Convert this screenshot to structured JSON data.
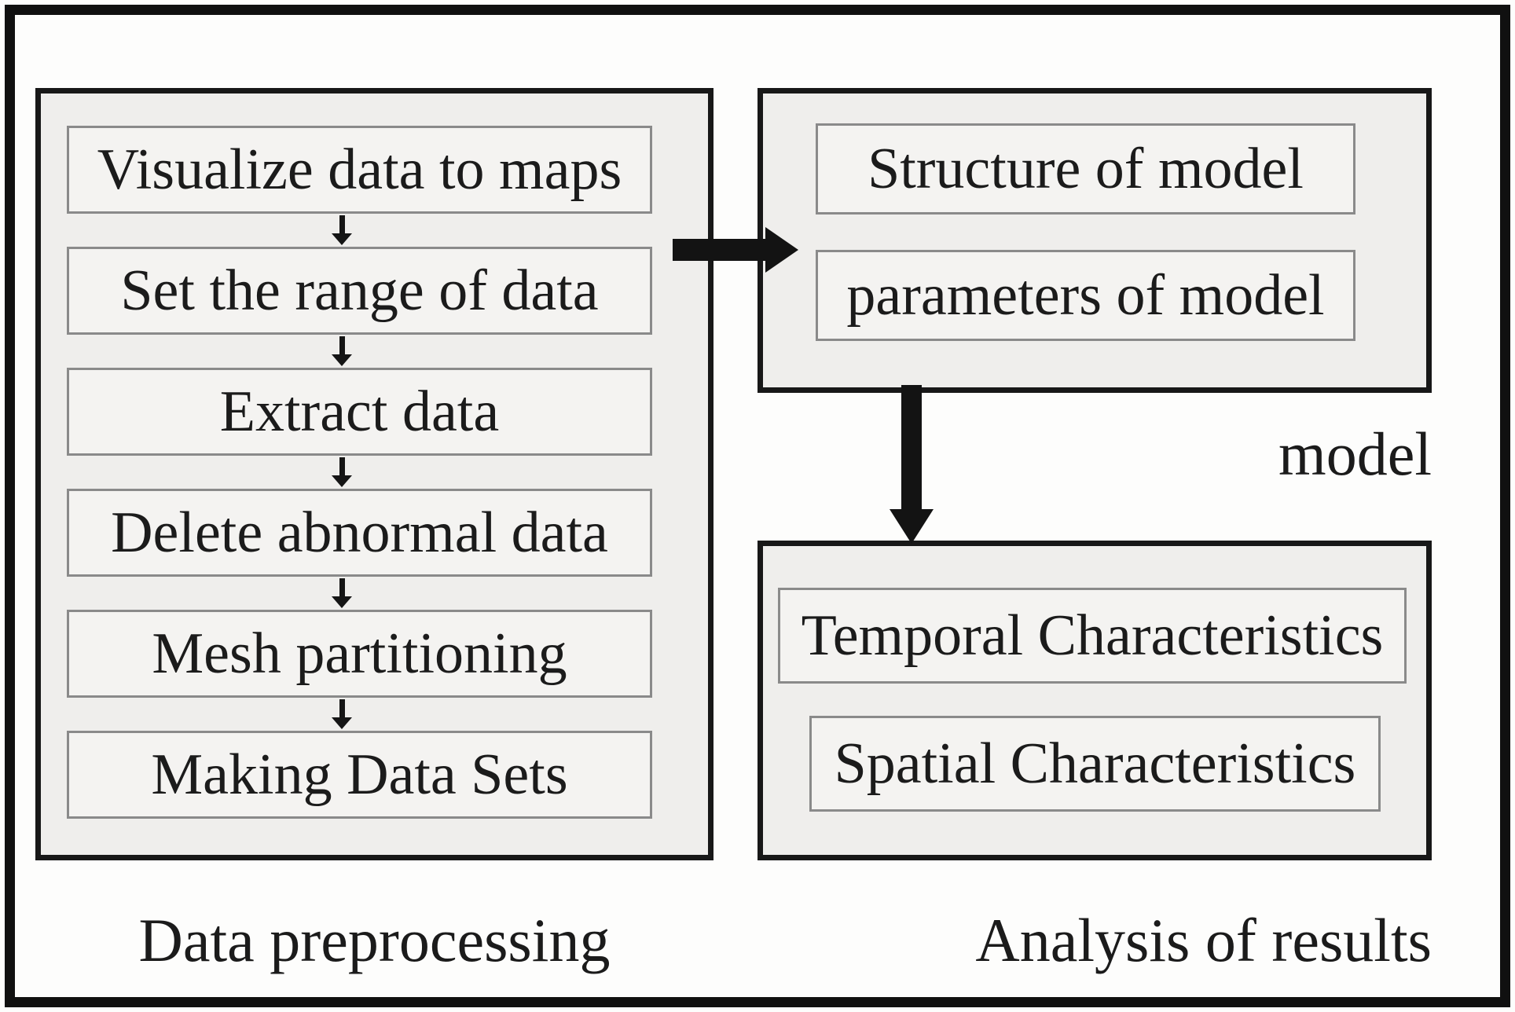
{
  "figure": {
    "preprocessing": {
      "caption": "Data preprocessing",
      "steps": [
        "Visualize data to maps",
        "Set the range of data",
        "Extract data",
        "Delete abnormal data",
        "Mesh partitioning",
        "Making Data Sets"
      ]
    },
    "model": {
      "caption": "model",
      "items": [
        "Structure of model",
        "parameters of model"
      ]
    },
    "results": {
      "caption": "Analysis of results",
      "items": [
        "Temporal Characteristics",
        "Spatial Characteristics"
      ]
    },
    "colors": {
      "background": "#fdfdfc",
      "panel_fill": "#efeeec",
      "box_fill": "#f4f3f1",
      "box_border": "#8a8a8a",
      "frame_border": "#101010",
      "arrow": "#131313",
      "text": "#1b1b1b"
    }
  }
}
